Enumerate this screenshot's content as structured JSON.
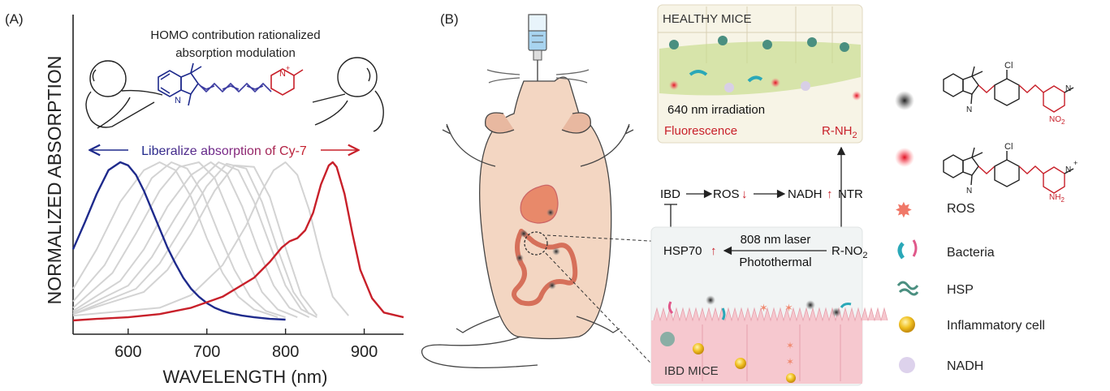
{
  "panel_a": {
    "label": "(A)",
    "title_line1": "HOMO contribution rationalized",
    "title_line2": "absorption modulation",
    "arrow_text": "Liberalize absorption of Cy-7",
    "ylabel": "NORMALIZED ABSORPTION",
    "xlabel": "WAVELENGTH (nm)",
    "xticks": [
      "600",
      "700",
      "800",
      "900"
    ]
  },
  "chart_data": {
    "type": "line",
    "title": "",
    "xlabel": "WAVELENGTH (nm)",
    "ylabel": "NORMALIZED ABSORPTION",
    "xlim": [
      530,
      950
    ],
    "ylim": [
      0,
      1.05
    ],
    "colors": {
      "blue": "#1e2a8c",
      "red": "#c8202a",
      "gray": "#d3d3d3"
    },
    "series": [
      {
        "color": "#1e2a8c",
        "x": [
          530,
          545,
          560,
          575,
          590,
          600,
          610,
          620,
          630,
          640,
          650,
          660,
          670,
          680,
          690,
          700,
          710,
          720,
          730,
          745,
          760,
          780,
          800
        ],
        "y": [
          0.45,
          0.62,
          0.8,
          0.95,
          1.0,
          0.98,
          0.92,
          0.82,
          0.7,
          0.58,
          0.46,
          0.36,
          0.27,
          0.2,
          0.15,
          0.11,
          0.08,
          0.06,
          0.045,
          0.03,
          0.02,
          0.01,
          0.005
        ]
      },
      {
        "color": "#c8202a",
        "x": [
          530,
          560,
          600,
          640,
          680,
          720,
          760,
          780,
          795,
          805,
          815,
          825,
          835,
          845,
          855,
          860,
          865,
          875,
          885,
          895,
          910,
          925,
          950
        ],
        "y": [
          0.0,
          0.01,
          0.02,
          0.04,
          0.08,
          0.15,
          0.27,
          0.37,
          0.46,
          0.5,
          0.52,
          0.57,
          0.68,
          0.86,
          0.98,
          1.0,
          0.97,
          0.8,
          0.55,
          0.32,
          0.14,
          0.05,
          0.02
        ]
      },
      {
        "color": "#d3d3d3",
        "x": [
          530,
          560,
          590,
          620,
          640,
          660,
          680,
          700,
          720,
          740,
          760,
          790
        ],
        "y": [
          0.2,
          0.45,
          0.75,
          0.95,
          1.0,
          0.95,
          0.78,
          0.52,
          0.3,
          0.15,
          0.07,
          0.02
        ]
      },
      {
        "color": "#d3d3d3",
        "x": [
          530,
          570,
          600,
          630,
          655,
          675,
          695,
          715,
          735,
          755,
          775,
          800
        ],
        "y": [
          0.12,
          0.35,
          0.62,
          0.9,
          1.0,
          0.96,
          0.8,
          0.55,
          0.32,
          0.15,
          0.06,
          0.02
        ]
      },
      {
        "color": "#d3d3d3",
        "x": [
          530,
          580,
          610,
          640,
          665,
          690,
          710,
          730,
          750,
          770,
          790,
          815
        ],
        "y": [
          0.08,
          0.3,
          0.55,
          0.82,
          0.97,
          1.0,
          0.9,
          0.66,
          0.4,
          0.18,
          0.07,
          0.02
        ]
      },
      {
        "color": "#d3d3d3",
        "x": [
          530,
          590,
          620,
          650,
          680,
          705,
          725,
          745,
          765,
          785,
          805,
          830
        ],
        "y": [
          0.06,
          0.25,
          0.45,
          0.72,
          0.92,
          1.0,
          0.93,
          0.72,
          0.45,
          0.22,
          0.08,
          0.02
        ]
      },
      {
        "color": "#d3d3d3",
        "x": [
          530,
          600,
          630,
          660,
          690,
          715,
          740,
          760,
          780,
          800,
          820,
          840
        ],
        "y": [
          0.05,
          0.22,
          0.4,
          0.65,
          0.88,
          1.0,
          0.95,
          0.75,
          0.48,
          0.22,
          0.07,
          0.02
        ]
      },
      {
        "color": "#d3d3d3",
        "x": [
          530,
          610,
          640,
          670,
          700,
          725,
          750,
          770,
          790,
          810,
          830
        ],
        "y": [
          0.04,
          0.2,
          0.36,
          0.6,
          0.85,
          0.99,
          0.96,
          0.75,
          0.45,
          0.18,
          0.04
        ]
      },
      {
        "color": "#d3d3d3",
        "x": [
          530,
          620,
          650,
          680,
          710,
          735,
          760,
          780,
          800,
          820,
          840
        ],
        "y": [
          0.04,
          0.18,
          0.32,
          0.55,
          0.82,
          0.98,
          0.97,
          0.78,
          0.46,
          0.16,
          0.03
        ]
      },
      {
        "color": "#d3d3d3",
        "x": [
          530,
          640,
          680,
          720,
          750,
          770,
          785,
          800,
          815,
          830,
          845,
          860,
          880
        ],
        "y": [
          0.03,
          0.08,
          0.16,
          0.35,
          0.6,
          0.82,
          0.95,
          1.0,
          0.92,
          0.7,
          0.4,
          0.15,
          0.03
        ]
      }
    ]
  },
  "panel_b": {
    "label": "(B)",
    "healthy_label": "HEALTHY MICE",
    "irradiation": "640 nm irradiation",
    "fluorescence": "Fluorescence",
    "product": "R-NH",
    "product_sub": "2",
    "ibd": "IBD",
    "ros": "ROS",
    "nadh": "NADH",
    "ntr": "NTR",
    "hsp70": "HSP70",
    "laser": "808 nm laser",
    "photothermal": "Photothermal",
    "substrate": "R-NO",
    "substrate_sub": "2",
    "ibd_mice": "IBD MICE",
    "legend": {
      "cl": "Cl",
      "n": "N",
      "nplus": "+",
      "no2": "NO",
      "no2_sub": "2",
      "nh2": "NH",
      "nh2_sub": "2",
      "ros": "ROS",
      "bacteria": "Bacteria",
      "hsp": "HSP",
      "inflammatory": "Inflammatory cell",
      "nadh": "NADH"
    }
  }
}
